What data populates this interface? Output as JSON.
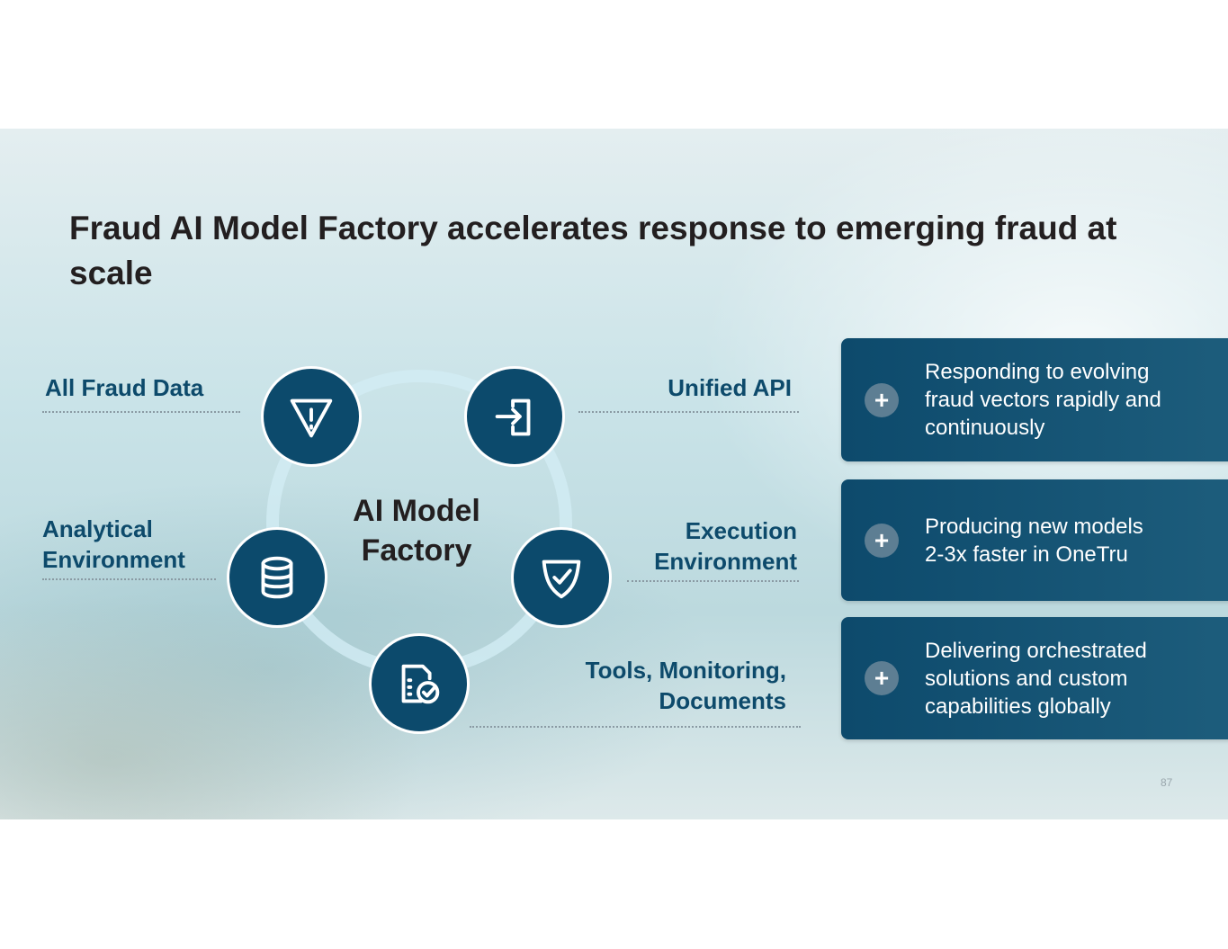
{
  "title": "Fraud AI Model Factory accelerates response to emerging fraud at scale",
  "center_label": "AI Model Factory",
  "nodes": [
    {
      "label": "All Fraud Data",
      "icon": "warning-triangle-icon"
    },
    {
      "label": "Unified API",
      "icon": "login-arrow-icon"
    },
    {
      "label": "Analytical Environment",
      "icon": "database-icon"
    },
    {
      "label": "Execution Environment",
      "icon": "shield-check-icon"
    },
    {
      "label": "Tools, Monitoring, Documents",
      "icon": "document-check-icon"
    }
  ],
  "cards": [
    {
      "icon": "plus-icon",
      "plus": "+",
      "text": "Responding to evolving fraud vectors rapidly and continuously"
    },
    {
      "icon": "plus-icon",
      "plus": "+",
      "text": "Producing new models 2-3x faster in OneTru"
    },
    {
      "icon": "plus-icon",
      "plus": "+",
      "text": "Delivering orchestrated solutions and custom capabilities globally"
    }
  ],
  "page_number": "87",
  "colors": {
    "node": "#0c4a6c",
    "label": "#0d4a6b",
    "card": "#0d4a6c",
    "title": "#231f20"
  }
}
